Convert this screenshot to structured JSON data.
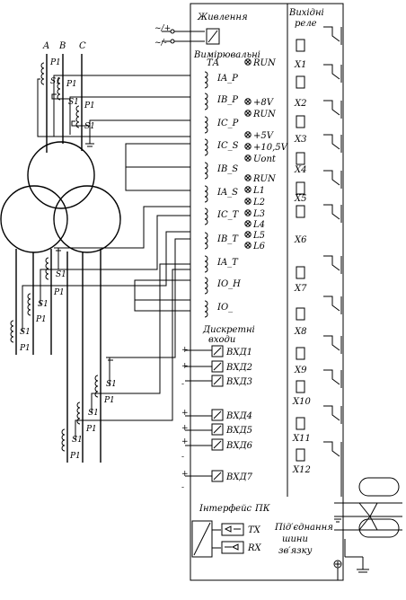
{
  "sections": {
    "power": "Живлення",
    "measuring_line1": "Вимірювальні",
    "measuring_line2": "ТА",
    "discrete_line1": "Дискретні",
    "discrete_line2": "входи",
    "interface": "Інтерфейс",
    "pc": "ПК",
    "outputs_line1": "Вихідні",
    "outputs_line2": "реле",
    "bus_line1": "Під′єднання",
    "bus_line2": "шини",
    "bus_line3": "зв′язку"
  },
  "phases": [
    "A",
    "B",
    "C"
  ],
  "ct_terminals": {
    "p1": "P1",
    "s1": "S1"
  },
  "power_inputs": [
    "~/+",
    "~/-"
  ],
  "measuring_inputs": [
    "IA_P",
    "IB_P",
    "IC_P",
    "IC_S",
    "IB_S",
    "IA_S",
    "IC_T",
    "IB_T",
    "IA_T",
    "IO_H",
    "IO_"
  ],
  "indicators": [
    "RUN",
    "+8V",
    "RUN",
    "+5V",
    "+10,5V",
    "Uont",
    "RUN",
    "L1",
    "L2",
    "L3",
    "L4",
    "L5",
    "L6"
  ],
  "discrete_inputs": [
    "ВХД1",
    "ВХД2",
    "ВХД3",
    "ВХД4",
    "ВХД5",
    "ВХД6",
    "ВХД7"
  ],
  "interface_ports": [
    "TX",
    "RX"
  ],
  "relays": [
    "X1",
    "X2",
    "X3",
    "X4",
    "X5",
    "X6",
    "X7",
    "X8",
    "X9",
    "X10",
    "X11",
    "X12"
  ],
  "polarity": {
    "plus": "+",
    "minus": "-"
  }
}
